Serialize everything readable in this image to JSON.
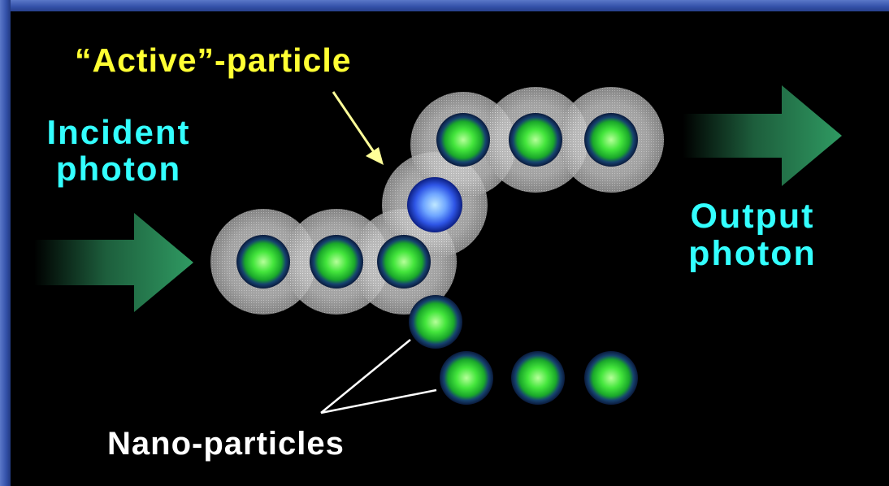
{
  "diagram": {
    "labels": {
      "active_particle": "“Active”-particle",
      "incident_line1": "Incident",
      "incident_line2": "photon",
      "output_line1": "Output",
      "output_line2": "photon",
      "nano_particles": "Nano-particles"
    },
    "colors": {
      "background": "#000000",
      "frame": "#3350a8",
      "active_label": "#ffff33",
      "photon_label": "#33ffff",
      "nano_label": "#ffffff",
      "arrow": "#2e8b5a",
      "particle_green": "#33dd33",
      "particle_active": "#3b6bff",
      "halo": "#bdbdbd"
    },
    "icons": {
      "incident_arrow": "arrow-right-icon",
      "output_arrow": "arrow-right-icon"
    }
  }
}
